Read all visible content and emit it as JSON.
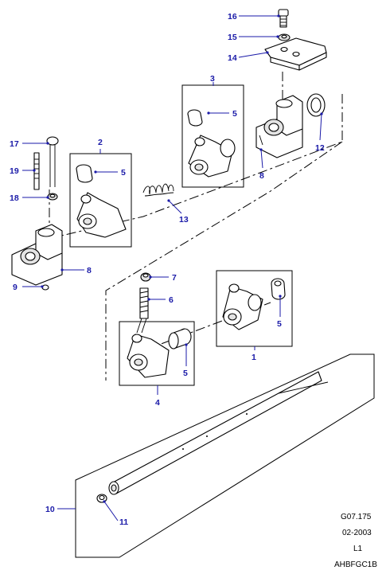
{
  "callouts": {
    "c1": "1",
    "c2": "2",
    "c3": "3",
    "c4": "4",
    "c5a": "5",
    "c5b": "5",
    "c5c": "5",
    "c5d": "5",
    "c6": "6",
    "c7": "7",
    "c8a": "8",
    "c8b": "8",
    "c9": "9",
    "c10": "10",
    "c11": "11",
    "c12": "12",
    "c13": "13",
    "c14": "14",
    "c15": "15",
    "c16": "16",
    "c17": "17",
    "c18": "18",
    "c19": "19"
  },
  "footer": {
    "ref": "G07.175",
    "date": "02-2003",
    "level": "L1",
    "code": "AHBFGC1B"
  },
  "colors": {
    "callout": "#1a1aa8",
    "line": "#000000"
  }
}
